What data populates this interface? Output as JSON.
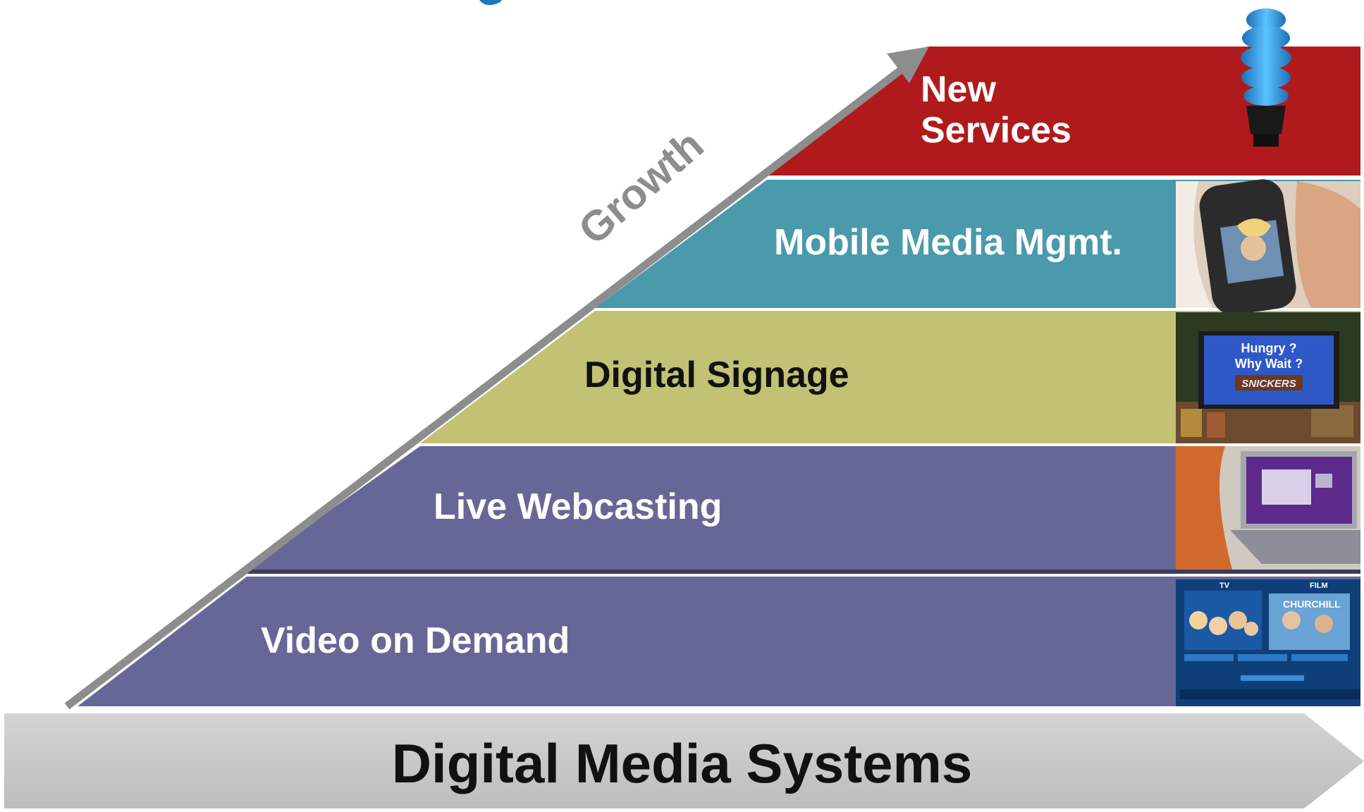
{
  "colors": {
    "new_services": "#b01a1c",
    "mobile_media": "#4a9aab",
    "digital_signage": "#c2c174",
    "live_webcasting": "#676797",
    "video_on_demand": "#676797",
    "arrow": "#8d8d8d",
    "base_bar": "#c9c9c9",
    "bulb": "#39a6ea"
  },
  "growth_label": "Growth",
  "tiers": [
    {
      "label_line1": "New",
      "label_line2": "Services"
    },
    {
      "label": "Mobile Media Mgmt."
    },
    {
      "label": "Digital Signage"
    },
    {
      "label": "Live Webcasting"
    },
    {
      "label": "Video on Demand"
    }
  ],
  "images": {
    "mobile": "mobile-phone-photo",
    "signage": "snickers-sign-photo",
    "webcast": "laptop-webcast-photo",
    "vod": "tv-guide-screen-photo",
    "bulb": "light-bulb-icon"
  },
  "signage_text": {
    "line1": "Hungry ?",
    "line2": "Why Wait ?",
    "brand": "SNICKERS"
  },
  "vod_text": {
    "tab_tv": "TV",
    "tab_film": "FILM",
    "film_title": "CHURCHILL"
  },
  "base": {
    "label": "Digital Media Systems"
  }
}
